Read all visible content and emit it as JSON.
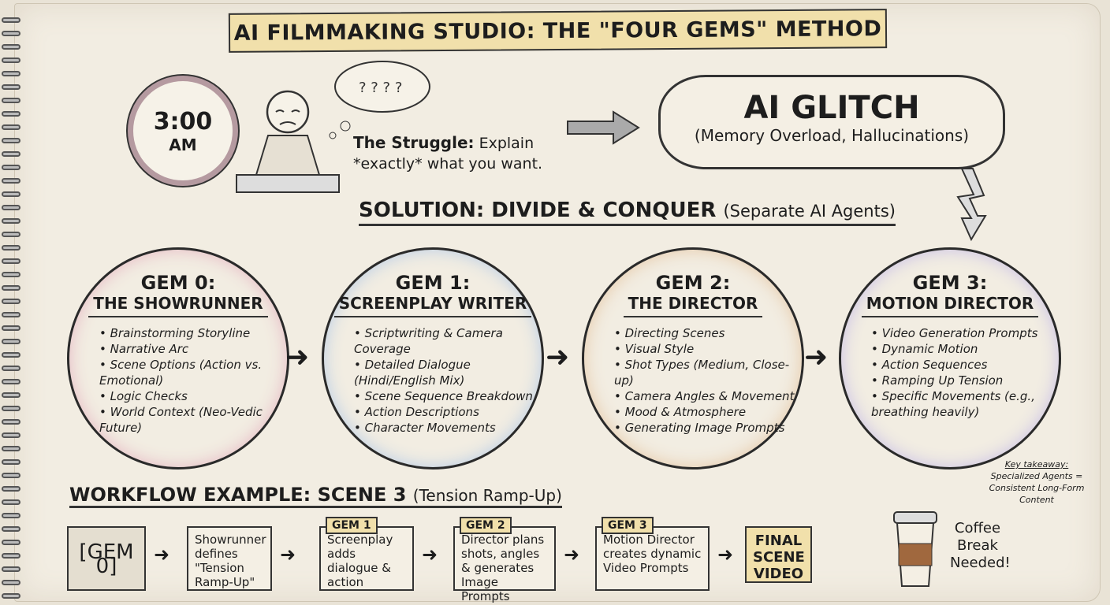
{
  "title": "AI FILMMAKING STUDIO: THE \"FOUR GEMS\" METHOD",
  "clock": {
    "time": "3:00",
    "ampm": "AM"
  },
  "struggle": {
    "label": "The Struggle:",
    "line1": "Explain",
    "line2": "*exactly* what you want."
  },
  "glitch": {
    "title": "AI GLITCH",
    "subtitle": "(Memory Overload, Hallucinations)"
  },
  "solution": {
    "title": "SOLUTION: DIVIDE & CONQUER",
    "subtitle": "(Separate AI Agents)"
  },
  "gems": [
    {
      "num": "GEM 0:",
      "role": "THE SHOWRUNNER",
      "items": [
        "Brainstorming Storyline",
        "Narrative Arc",
        "Scene Options (Action vs. Emotional)",
        "Logic Checks",
        "World Context (Neo-Vedic Future)"
      ]
    },
    {
      "num": "GEM 1:",
      "role": "SCREENPLAY WRITER",
      "items": [
        "Scriptwriting & Camera Coverage",
        "Detailed Dialogue (Hindi/English Mix)",
        "Scene Sequence Breakdown",
        "Action Descriptions",
        "Character Movements"
      ]
    },
    {
      "num": "GEM 2:",
      "role": "THE DIRECTOR",
      "items": [
        "Directing Scenes",
        "Visual Style",
        "Shot Types (Medium, Close-up)",
        "Camera Angles & Movement",
        "Mood & Atmosphere",
        "Generating Image Prompts"
      ]
    },
    {
      "num": "GEM 3:",
      "role": "MOTION DIRECTOR",
      "items": [
        "Video Generation Prompts",
        "Dynamic Motion",
        "Action Sequences",
        "Ramping Up Tension",
        "Specific Movements (e.g., breathing heavily)"
      ]
    }
  ],
  "takeaway": {
    "label": "Key takeaway:",
    "text": "Specialized Agents = Consistent Long-Form Content"
  },
  "workflow": {
    "title": "WORKFLOW EXAMPLE: SCENE 3",
    "subtitle": "(Tension Ramp-Up)",
    "steps": [
      {
        "tag": "",
        "text": "[GEM 0]"
      },
      {
        "tag": "",
        "text": "Showrunner defines \"Tension Ramp-Up\""
      },
      {
        "tag": "GEM 1",
        "text": "Screenplay adds dialogue & action"
      },
      {
        "tag": "GEM 2",
        "text": "Director plans shots, angles & generates Image Prompts"
      },
      {
        "tag": "GEM 3",
        "text": "Motion Director creates dynamic Video Prompts"
      },
      {
        "tag": "",
        "text": "FINAL SCENE VIDEO"
      }
    ]
  },
  "coffee": "Coffee Break Needed!"
}
